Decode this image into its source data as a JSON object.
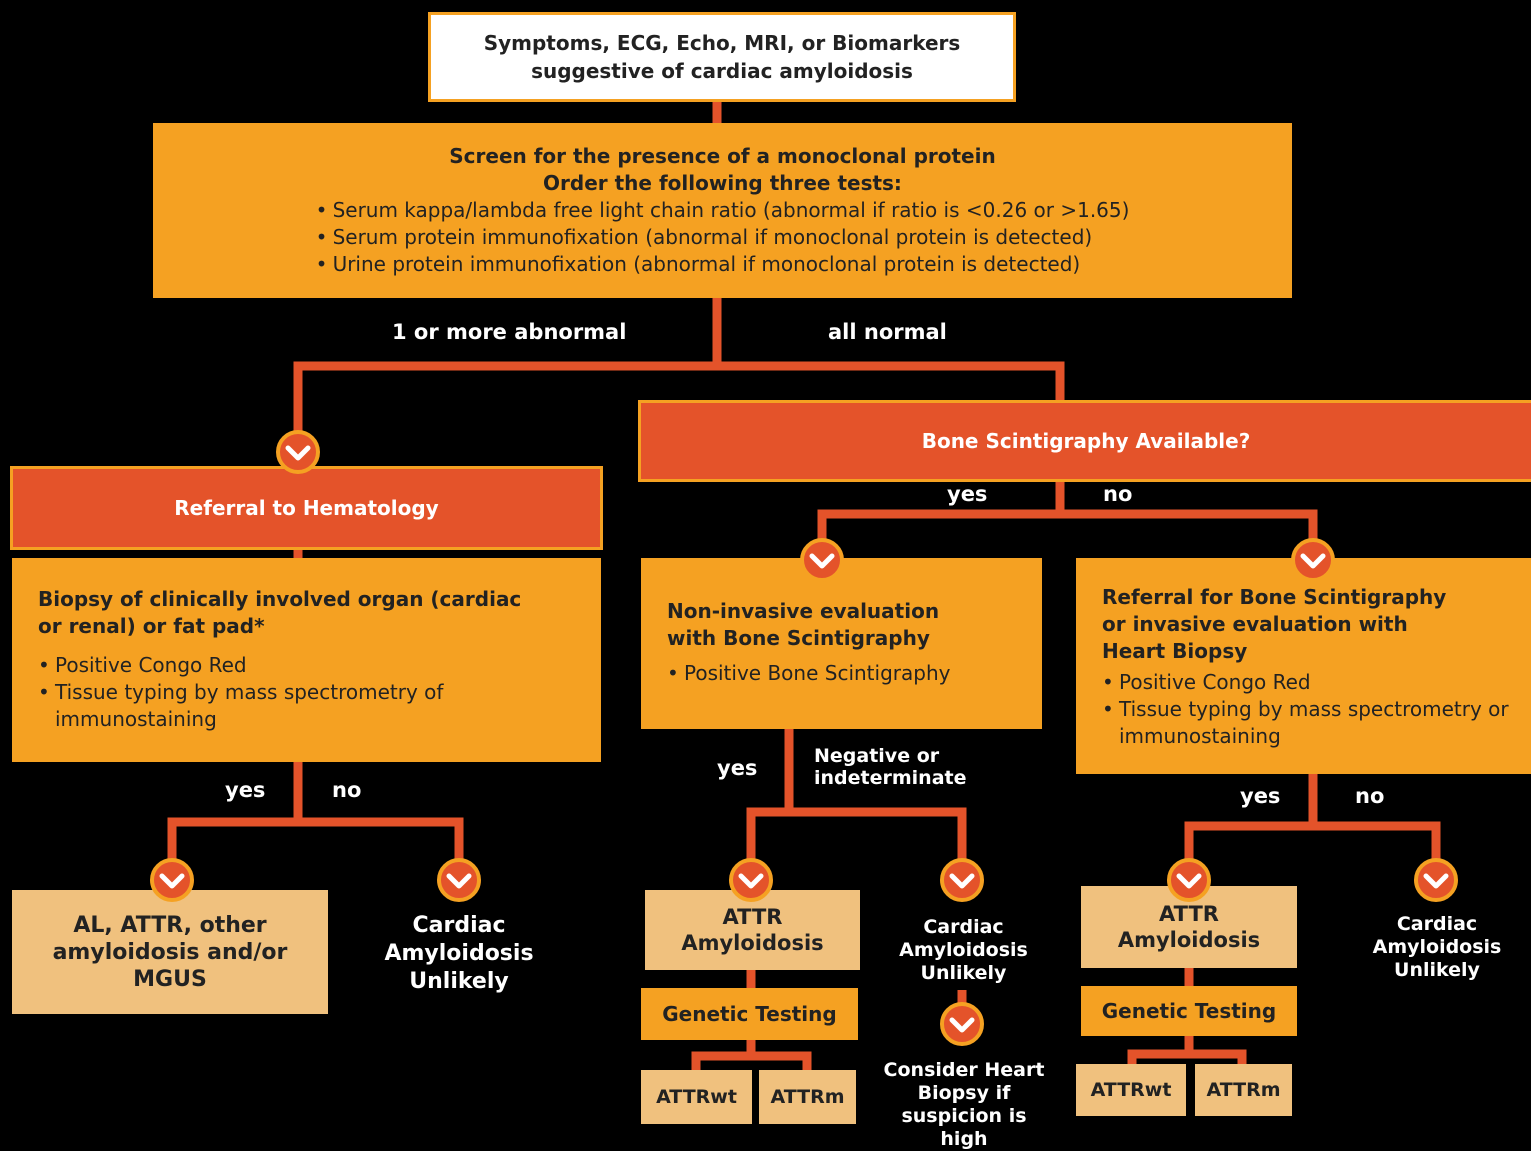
{
  "colors": {
    "line": "#e4532a",
    "orange": "#f5a122",
    "red_orange": "#e4532a",
    "tan": "#f0c17e",
    "white": "#ffffff",
    "background": "#000000"
  },
  "top": {
    "line1": "Symptoms, ECG, Echo, MRI, or Biomarkers",
    "line2": "suggestive of cardiac amyloidosis"
  },
  "screen": {
    "title1": "Screen for the presence of a monoclonal protein",
    "title2": "Order the following three tests:",
    "bullets": [
      "Serum kappa/lambda free light chain ratio (abnormal if ratio is <0.26 or >1.65)",
      "Serum protein immunofixation (abnormal if monoclonal protein is detected)",
      "Urine protein immunofixation (abnormal if monoclonal protein is detected)"
    ]
  },
  "branch_labels": {
    "abnormal": "1 or more abnormal",
    "normal": "all normal",
    "scint_yes": "yes",
    "scint_no": "no",
    "biopsy_yes": "yes",
    "biopsy_no": "no",
    "noninv_yes": "yes",
    "noninv_neg": "Negative or indeterminate",
    "referral_yes": "yes",
    "referral_no": "no"
  },
  "hematology": {
    "label": "Referral to Hematology"
  },
  "bone_q": {
    "label": "Bone Scintigraphy Available?"
  },
  "biopsy": {
    "title": "Biopsy of clinically involved organ (cardiac or renal) or fat pad*",
    "bullets": [
      "Positive Congo Red",
      "Tissue typing by mass spectrometry of immunostaining"
    ]
  },
  "noninvasive": {
    "title": "Non-invasive evaluation with Bone Scintigraphy",
    "bullets": [
      "Positive Bone Scintigraphy"
    ]
  },
  "referral_bone": {
    "title": "Referral for Bone Scintigraphy or invasive evaluation with Heart Biopsy",
    "bullets": [
      "Positive Congo Red",
      "Tissue typing by mass spectrometry or immunostaining"
    ]
  },
  "outcomes": {
    "al_attr": "AL, ATTR, other amyloidosis and/or MGUS",
    "unlikely_1": "Cardiac Amyloidosis Unlikely",
    "attr_mid": "ATTR Amyloidosis",
    "unlikely_2": "Cardiac Amyloidosis Unlikely",
    "consider": "Consider Heart Biopsy if suspicion is high",
    "attr_right": "ATTR Amyloidosis",
    "unlikely_3": "Cardiac Amyloidosis Unlikely"
  },
  "genetic": {
    "mid_label": "Genetic Testing",
    "mid_wt": "ATTRwt",
    "mid_m": "ATTRm",
    "right_label": "Genetic Testing",
    "right_wt": "ATTRwt",
    "right_m": "ATTRm"
  },
  "icons": {
    "chevron": "chevron-down-icon"
  }
}
